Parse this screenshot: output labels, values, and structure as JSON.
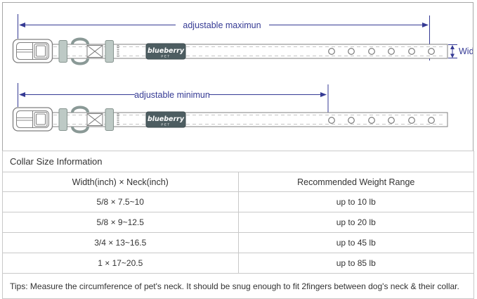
{
  "diagram": {
    "max_label": "adjustable maximun",
    "min_label": "adjustable minimun",
    "width_label": "Width",
    "brand": "blueberry",
    "brand_sub": "PET",
    "hole_count_per_collar": 6,
    "colors": {
      "dimension_blue": "#353a94",
      "collar_outline": "#7f7f7f",
      "keeper_sage": "#bdc9c5",
      "brand_patch": "#4d5d61",
      "table_border": "#c9c9c9",
      "text": "#333333"
    }
  },
  "table": {
    "title": "Collar Size Information",
    "columns": [
      "Width(inch)  ×  Neck(inch)",
      "Recommended Weight Range"
    ],
    "rows": [
      {
        "size": "5/8 × 7.5~10",
        "weight": "up to 10 lb"
      },
      {
        "size": "5/8 × 9~12.5",
        "weight": "up to 20 lb"
      },
      {
        "size": "3/4 × 13~16.5",
        "weight": "up to 45 lb"
      },
      {
        "size": "1 × 17~20.5",
        "weight": "up to 85 lb"
      }
    ],
    "tips": "Tips: Measure the circumference of pet's neck. It should be snug enough to fit 2fingers between dog's neck & their collar."
  }
}
